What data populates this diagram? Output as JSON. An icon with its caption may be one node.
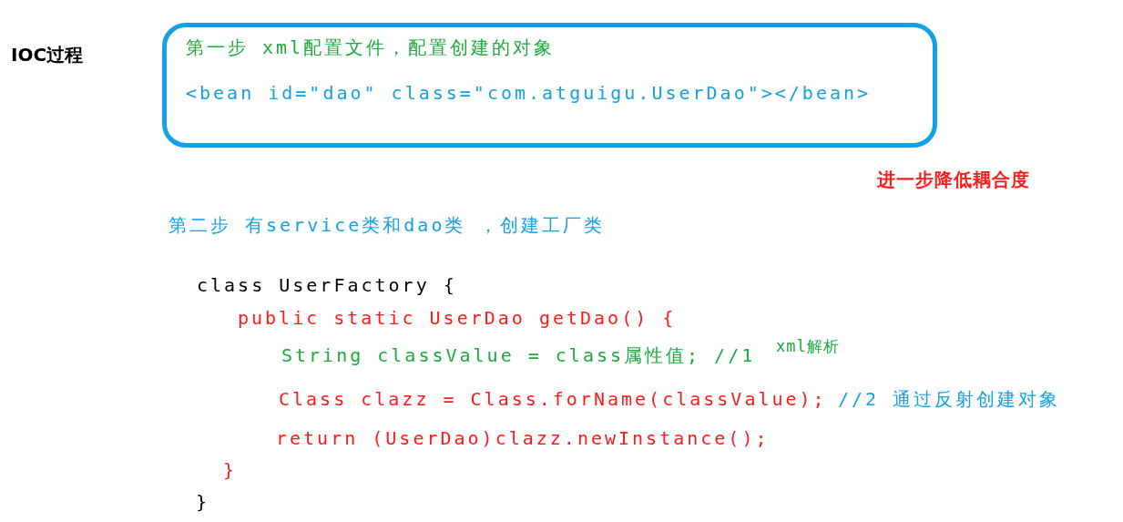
{
  "diagram": {
    "nodes": [
      {
        "text": [
          "第一步 xml配置文件，配置创建的对象",
          "<bean id=\"dao\" class=\"com.atguigu.UserDao\"></bean>"
        ]
      }
    ],
    "edges": [],
    "labels": [
      "IOC过程",
      "进一步降低耦合度",
      "第二步 有service类和dao类 ，创建工厂类",
      "class UserFactory {",
      "public static UserDao getDao() {",
      "String classValue = class属性值; //1",
      "xml解析",
      "Class clazz = Class.forName(classValue);",
      "//2 通过反射创建对象",
      "return (UserDao)clazz.newInstance();",
      "}",
      "}"
    ]
  }
}
